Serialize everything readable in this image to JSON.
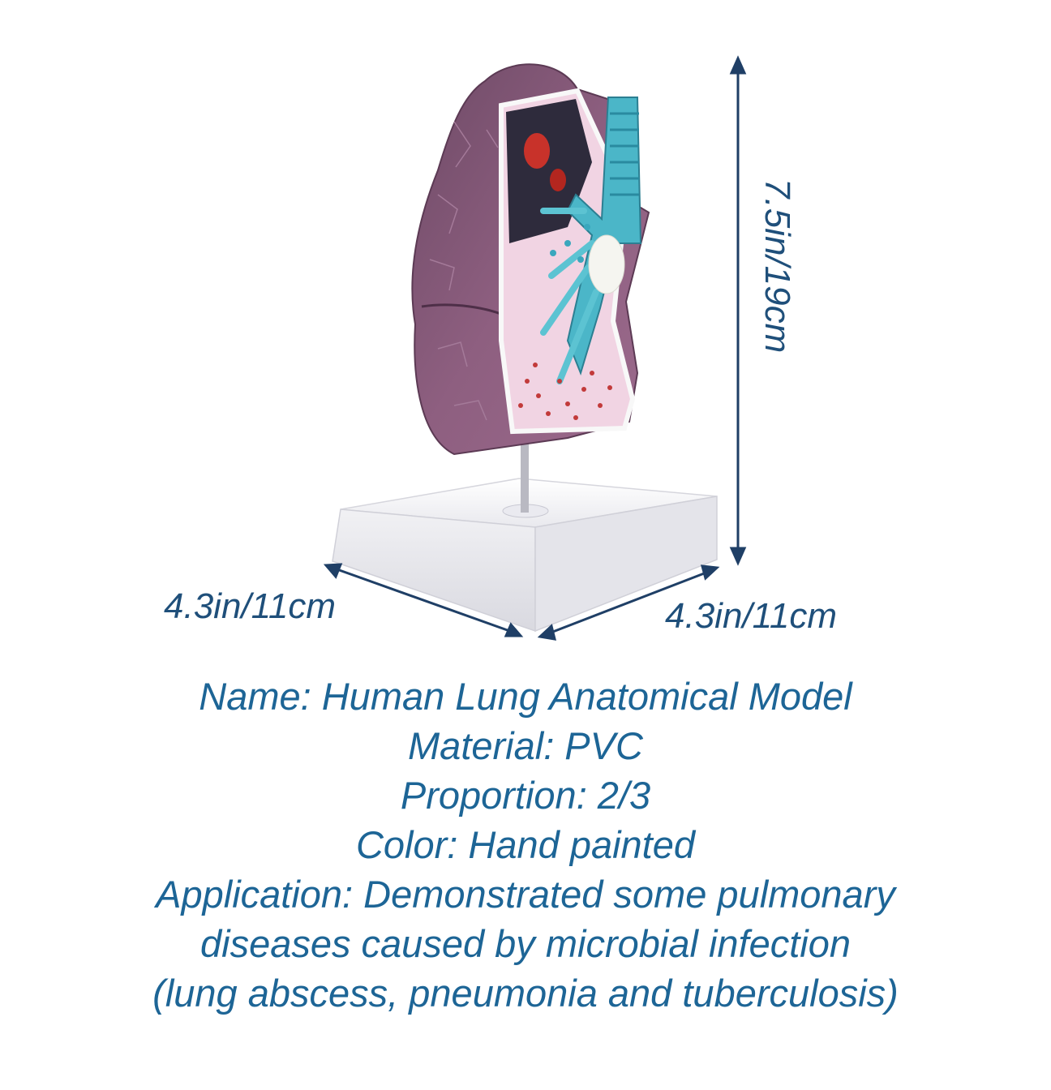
{
  "dimensions": {
    "height": "7.5in/19cm",
    "width_left": "4.3in/11cm",
    "width_right": "4.3in/11cm"
  },
  "specs": {
    "name": "Name: Human Lung Anatomical Model",
    "material": "Material: PVC",
    "proportion": "Proportion: 2/3",
    "color": "Color: Hand painted",
    "application_line1": "Application: Demonstrated some pulmonary",
    "application_line2": "diseases caused by microbial infection",
    "application_line3": "(lung abscess, pneumonia and tuberculosis)"
  },
  "colors": {
    "dimension_text": "#1f4f7a",
    "spec_text": "#1d6596",
    "arrow": "#1f3f66",
    "lung_surface": "#8a5a78",
    "base": "#f4f4f6"
  }
}
